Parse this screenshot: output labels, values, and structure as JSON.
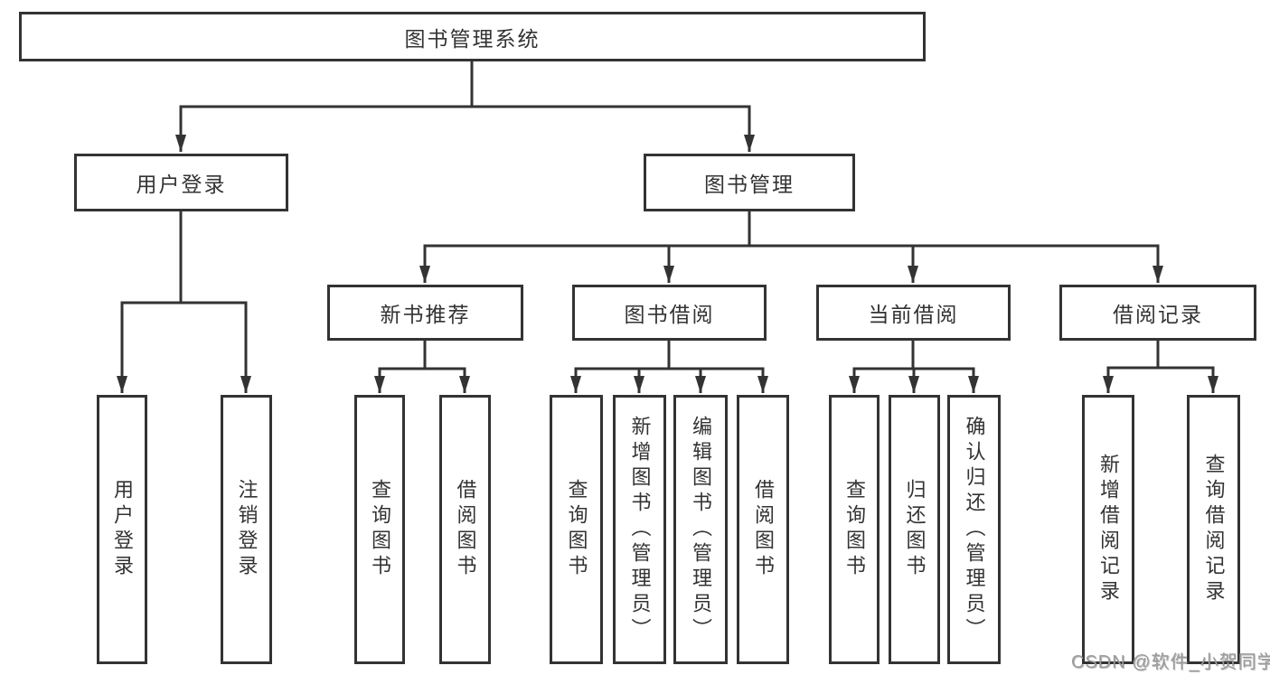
{
  "diagram": {
    "title": "图书管理系统",
    "root": {
      "label": "图书管理系统"
    },
    "level2": [
      {
        "label": "用户登录"
      },
      {
        "label": "图书管理"
      }
    ],
    "level3": [
      {
        "label": "新书推荐"
      },
      {
        "label": "图书借阅"
      },
      {
        "label": "当前借阅"
      },
      {
        "label": "借阅记录"
      }
    ],
    "leaves": {
      "user_login": [
        "用户登录",
        "注销登录"
      ],
      "new_book": [
        "查询图书",
        "借阅图书"
      ],
      "book_borrow": [
        "查询图书",
        "新增图书（管理员）",
        "编辑图书（管理员）",
        "借阅图书"
      ],
      "current_borrow": [
        "查询图书",
        "归还图书",
        "确认归还（管理员）"
      ],
      "borrow_record": [
        "新增借阅记录",
        "查询借阅记录"
      ]
    }
  },
  "watermark": {
    "text": "CSDN @软件_小贺同学"
  },
  "colors": {
    "line": "#333333",
    "box_border": "#333333",
    "text": "#333333",
    "watermark": "#9b9b9b",
    "background": "#ffffff"
  }
}
